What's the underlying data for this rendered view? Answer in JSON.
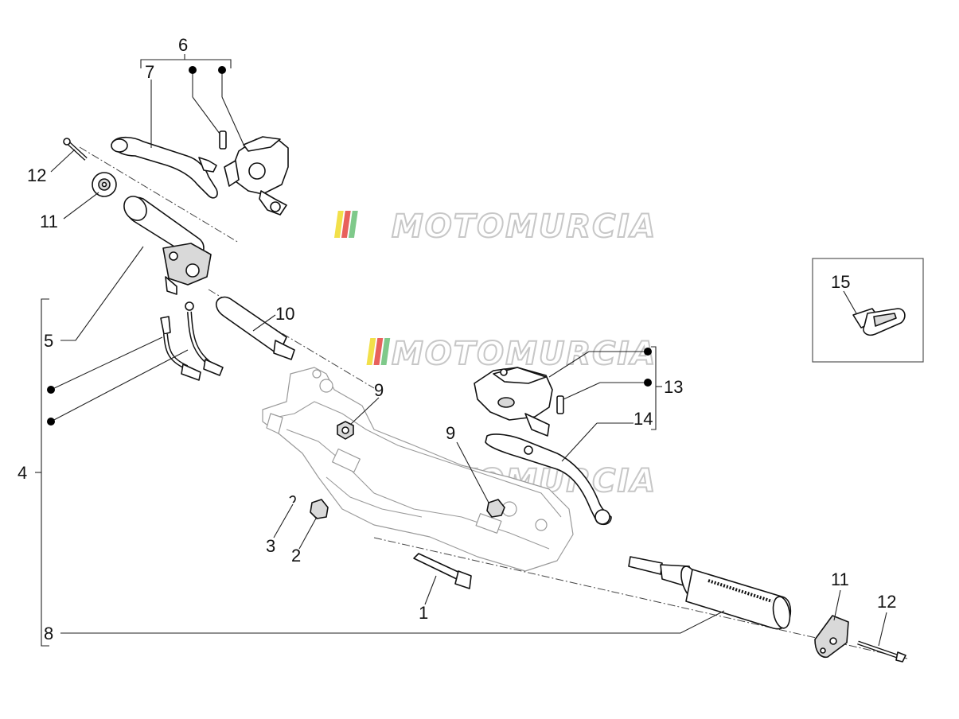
{
  "diagram": {
    "callouts": {
      "c1": "1",
      "c2": "2",
      "c3": "3",
      "c4": "4",
      "c5": "5",
      "c6": "6",
      "c7": "7",
      "c8": "8",
      "c9a": "9",
      "c9b": "9",
      "c10": "10",
      "c11a": "11",
      "c11b": "11",
      "c12a": "12",
      "c12b": "12",
      "c13": "13",
      "c14": "14",
      "c15": "15"
    },
    "watermark": "MOTOMURCIA",
    "watermark_colors": [
      "#f2e04a",
      "#e8615c",
      "#7fc98a"
    ]
  }
}
